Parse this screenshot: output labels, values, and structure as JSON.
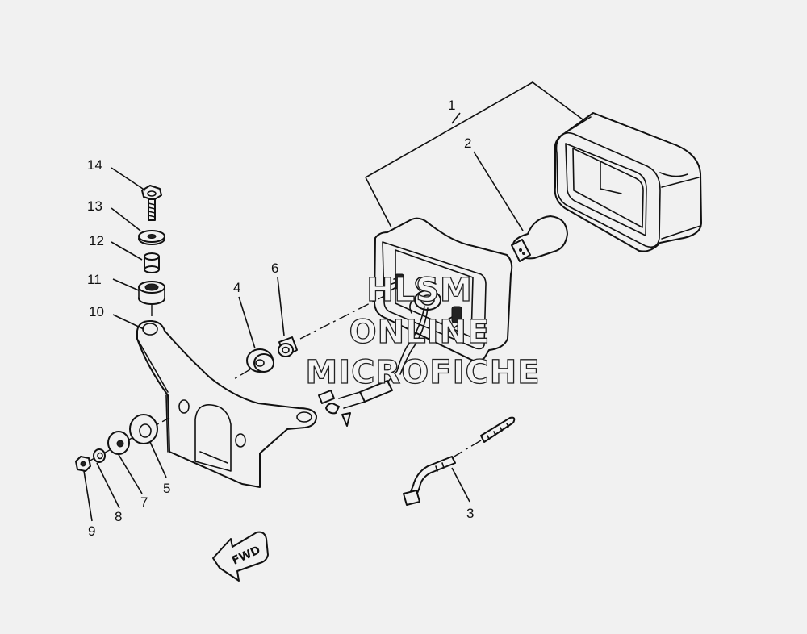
{
  "diagram": {
    "callouts": [
      "1",
      "2",
      "3",
      "4",
      "5",
      "6",
      "7",
      "8",
      "9",
      "10",
      "11",
      "12",
      "13",
      "14"
    ],
    "watermark": [
      "HLSM",
      "ONLINE",
      "MICROFICHE"
    ],
    "direction_label": "FWD"
  },
  "colors": {
    "background": "#f1f1f1",
    "line": "#111111"
  }
}
